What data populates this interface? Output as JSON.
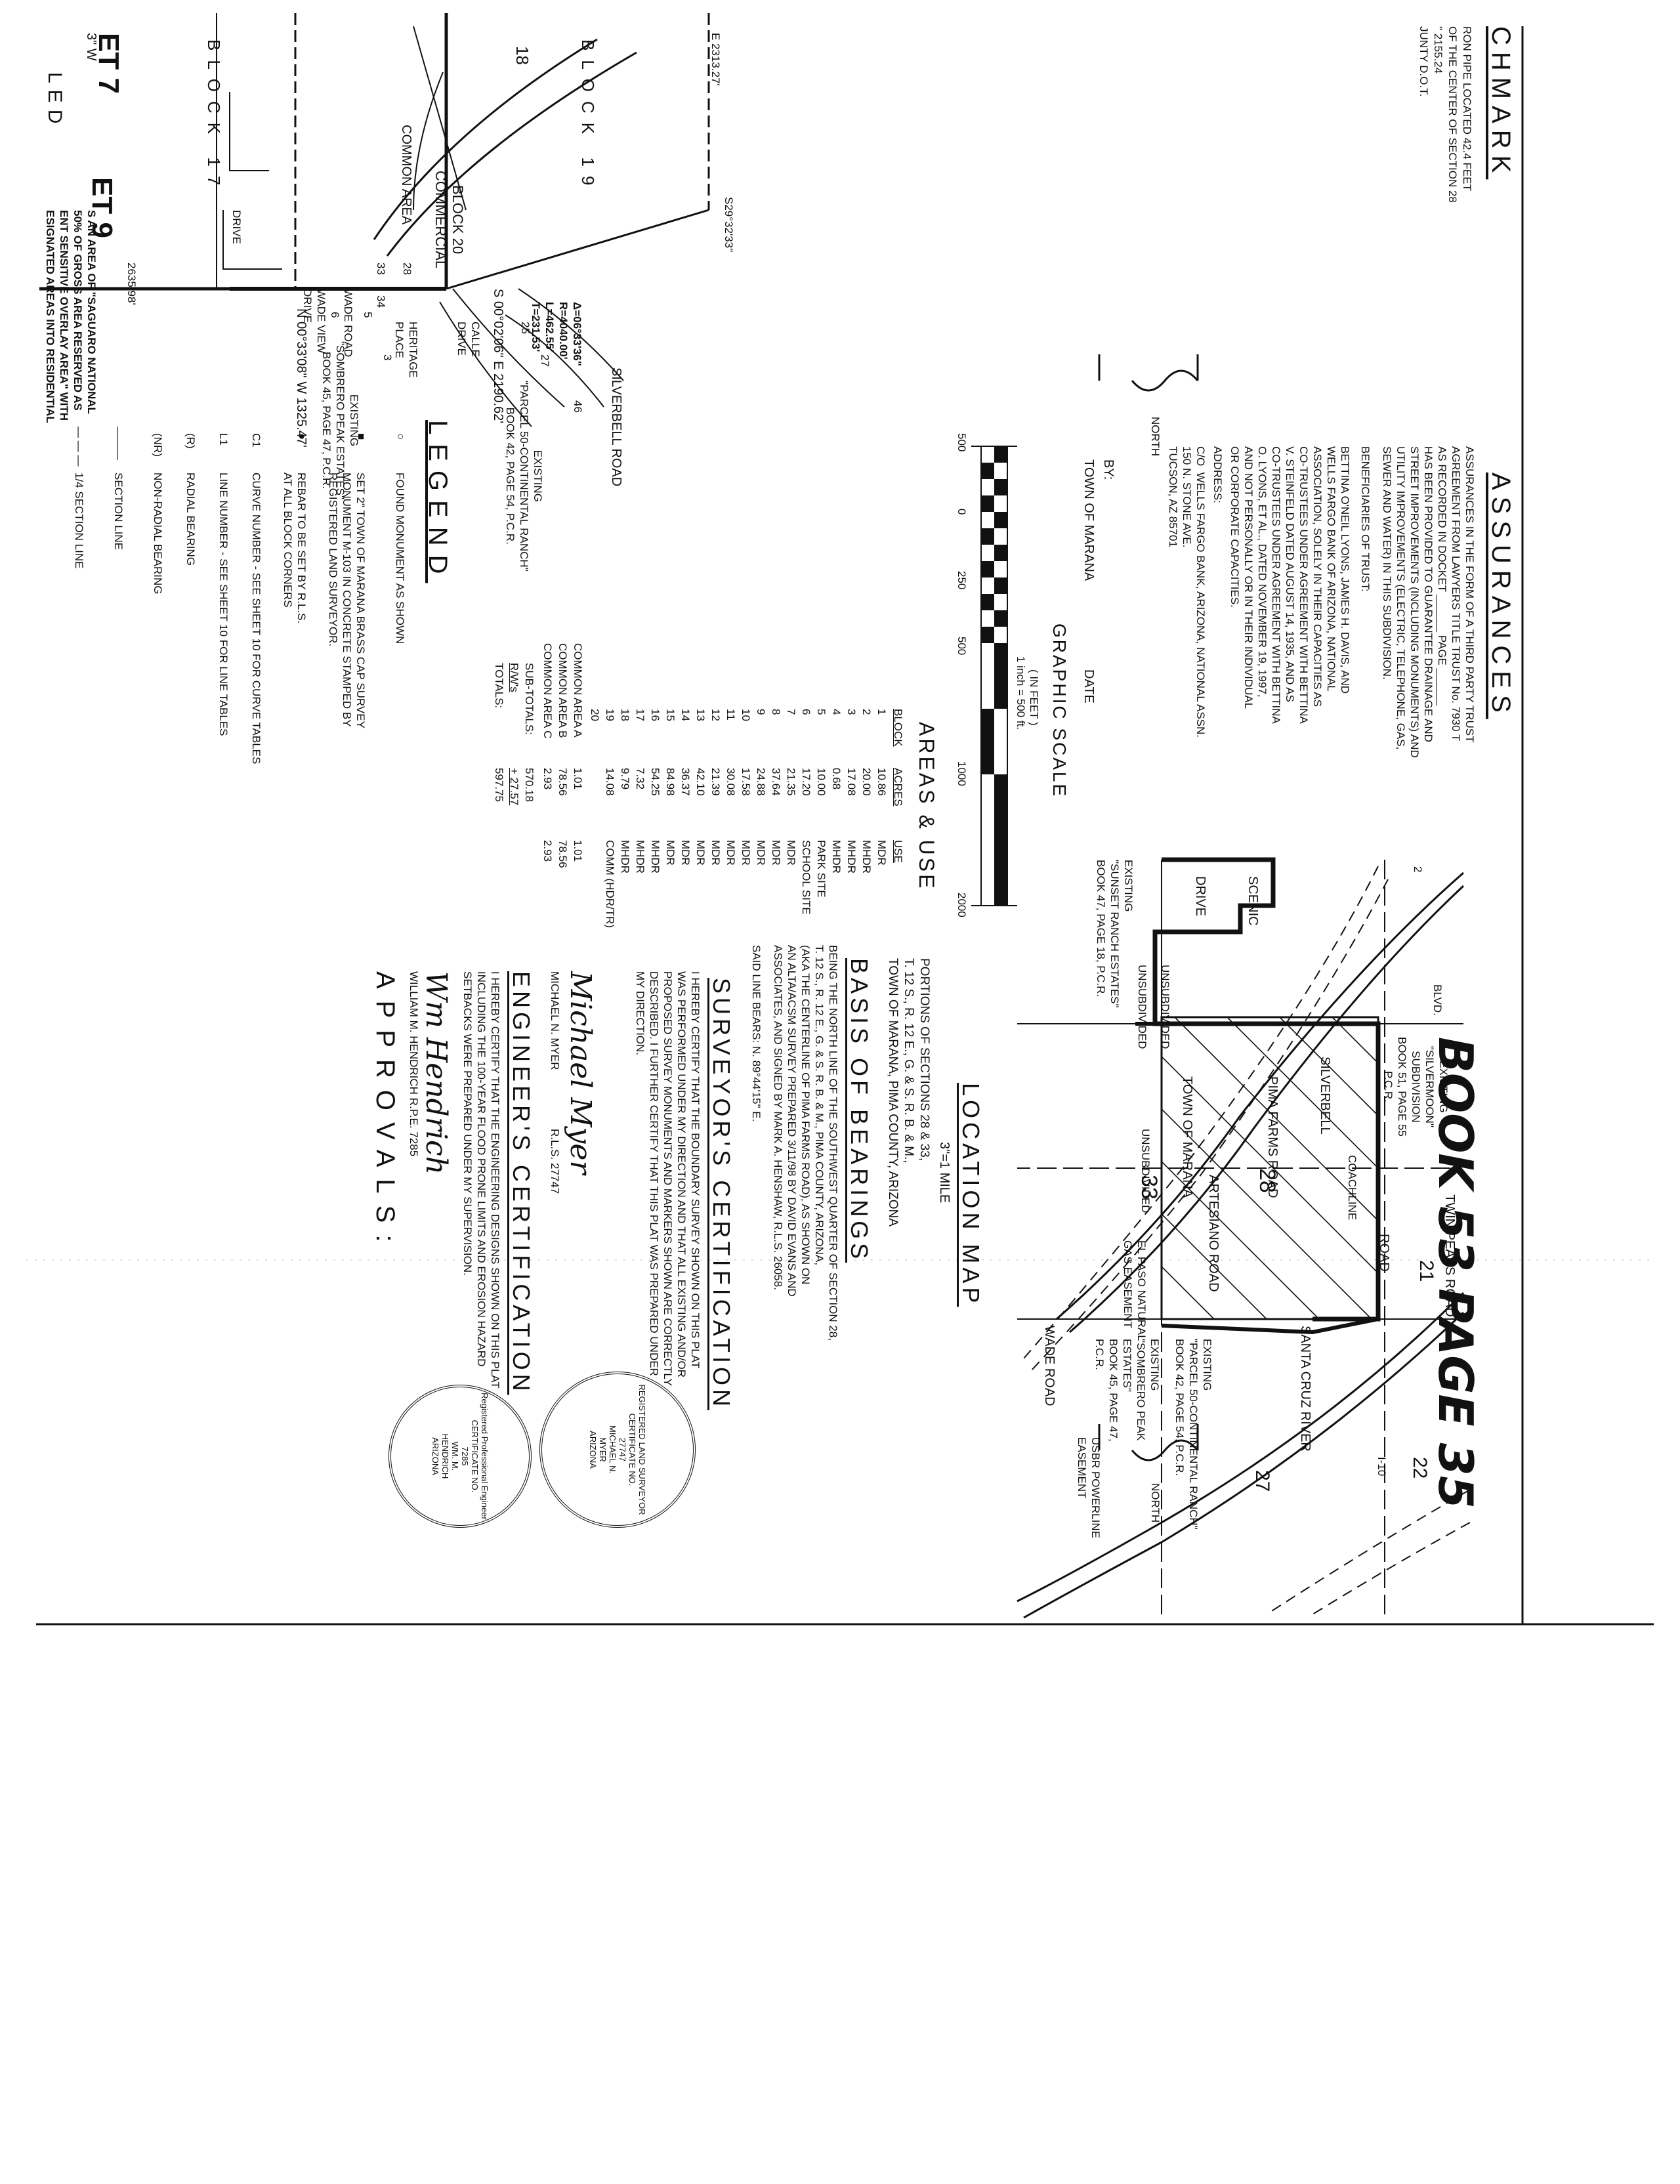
{
  "header": {
    "book_label": "BOOK 53 PAGE 35"
  },
  "benchmark": {
    "title": "CHMARK",
    "lines": [
      "RON PIPE LOCATED 42.4 FEET",
      "OF THE CENTER OF SECTION 28",
      "\" 2155.24",
      "JUNTY D.O.T."
    ]
  },
  "assurances": {
    "title": "ASSURANCES",
    "text": "ASSURANCES IN THE FORM OF A THIRD PARTY TRUST\nAGREEMENT FROM LAWYERS TITLE TRUST No. 7930 T\nAS RECORDED IN DOCKET ______ PAGE ______\nHAS BEEN PROVIDED TO GUARANTEE DRAINAGE AND\nSTREET IMPROVEMENTS (INCLUDING MONUMENTS) AND\nUTILITY IMPROVEMENTS (ELECTRIC, TELEPHONE, GAS,\nSEWER AND WATER) IN THIS SUBDIVISION.",
    "beneficiaries_label": "BENEFICIARIES OF TRUST:",
    "beneficiaries": "BETTINA O'NEIL LYONS, JAMES H. DAVIS, AND\nWELLS FARGO BANK OF ARIZONA, NATIONAL\nASSOCIATION, SOLELY IN THEIR CAPACITIES AS\nCO-TRUSTEES UNDER AGREEMENT WITH BETTINA\nV. STEINFELD DATED AUGUST 14, 1935, AND AS\nCO-TRUSTEES UNDER AGREEMENT WITH BETTINA\nO. LYONS, ET AL., DATED NOVEMBER 19, 1997,\nAND NOT PERSONALLY OR IN THEIR INDIVIDUAL\nOR CORPORATE CAPACITIES.",
    "address_label": "ADDRESS:",
    "address": "C/O  WELLS FARGO BANK, ARIZONA, NATIONAL ASSN.\n150 N. STONE AVE.\nTUCSON, AZ 85701"
  },
  "graphic_scale": {
    "by": "BY:",
    "town": "TOWN OF MARANA",
    "date": "DATE",
    "title": "GRAPHIC SCALE",
    "unit": "( IN FEET )",
    "ratio": "1 inch = 500 ft.",
    "ticks": [
      "500",
      "0",
      "250",
      "500",
      "1000",
      "2000"
    ]
  },
  "areas": {
    "title": "AREAS & USE",
    "headers": [
      "BLOCK",
      "ACRES",
      "USE"
    ],
    "rows": [
      [
        "1",
        "10.86",
        "MDR"
      ],
      [
        "2",
        "20.00",
        "MHDR"
      ],
      [
        "3",
        "17.08",
        "MHDR"
      ],
      [
        "4",
        "0.68",
        "MHDR"
      ],
      [
        "5",
        "10.00",
        "PARK SITE"
      ],
      [
        "6",
        "17.20",
        "SCHOOL SITE"
      ],
      [
        "7",
        "21.35",
        "MDR"
      ],
      [
        "8",
        "37.64",
        "MDR"
      ],
      [
        "9",
        "24.88",
        "MDR"
      ],
      [
        "10",
        "17.58",
        "MDR"
      ],
      [
        "11",
        "30.08",
        "MDR"
      ],
      [
        "12",
        "21.39",
        "MDR"
      ],
      [
        "13",
        "42.10",
        "MDR"
      ],
      [
        "14",
        "36.37",
        "MDR"
      ],
      [
        "15",
        "84.98",
        "MDR"
      ],
      [
        "16",
        "54.25",
        "MHDR"
      ],
      [
        "17",
        "7.32",
        "MHDR"
      ],
      [
        "18",
        "9.79",
        "MHDR"
      ],
      [
        "19",
        "14.08",
        "COMM (HDR/TR)"
      ],
      [
        "20",
        "",
        ""
      ],
      [
        "COMMON AREA A",
        "1.01",
        "1.01"
      ],
      [
        "COMMON AREA B",
        "78.56",
        "78.56"
      ],
      [
        "COMMON AREA C",
        "2.93",
        "2.93"
      ]
    ],
    "subtotal_label": "SUB-TOTALS:",
    "subtotal": "570.18",
    "rw_label": "R/W's",
    "rw": "+ 27.57",
    "totals_label": "TOTALS:",
    "totals": "597.75"
  },
  "legend": {
    "title": "LEGEND",
    "items": [
      {
        "sym": "○",
        "text": "FOUND MONUMENT AS SHOWN"
      },
      {
        "sym": "■",
        "text": "SET 2\" TOWN OF MARANA BRASS CAP SURVEY\nMONUMENT M-103 IN CONCRETE STAMPED BY\nREGISTERED LAND SURVEYOR."
      },
      {
        "sym": "●",
        "text": "REBAR TO BE SET BY R.L.S.\nAT ALL BLOCK CORNERS"
      },
      {
        "sym": "C1",
        "text": "CURVE NUMBER - SEE SHEET 10 FOR CURVE TABLES"
      },
      {
        "sym": "L1",
        "text": "LINE NUMBER - SEE SHEET 10 FOR LINE TABLES"
      },
      {
        "sym": "(R)",
        "text": "RADIAL BEARING"
      },
      {
        "sym": "(NR)",
        "text": "NON-RADIAL BEARING"
      },
      {
        "sym": "———",
        "text": "SECTION LINE"
      },
      {
        "sym": "— — —",
        "text": "1/4 SECTION LINE"
      }
    ]
  },
  "location_map": {
    "title": "LOCATION MAP",
    "scale": "3\"=1 MILE",
    "desc": "PORTIONS OF SECTIONS 28 & 33,\nT. 12 S., R. 12 E., G. & S. R. B. & M.,\nTOWN OF MARANA, PIMA COUNTY, ARIZONA",
    "labels": {
      "scenic": "SCENIC",
      "drive": "DRIVE",
      "twin_peaks": "TWIN PEAKS ROAD",
      "silverbell": "SILVERBELL",
      "pima_farms": "PIMA FARMS ROAD",
      "coachline": "COACHLINE",
      "road": "ROAD",
      "artesiano": "ARTESIANO ROAD",
      "wade": "WADE ROAD",
      "town_of_marana": "TOWN OF MARANA",
      "santa_cruz": "SANTA CRUZ RIVER",
      "unsub1": "UNSUBDIVIDED",
      "unsub2": "UNSUBDIVIDED",
      "unsub3": "UNSUBDIVIDED",
      "sec21": "21",
      "sec22": "22",
      "sec27": "27",
      "sec28": "28",
      "sec33": "33",
      "sec2": "2",
      "i10": "I-10",
      "blvd": "BLVD.",
      "silvermoon": "EXISTING\n\"SILVERMOON\"\nSUBDIVISION\nBOOK 51, PAGE 55\nP.C.R.",
      "sunset": "EXISTING\n\"SUNSET RANCH ESTATES\"\nBOOK 47, PAGE 18, P.C.R.",
      "continental": "EXISTING\n\"PARCEL 50-CONTINENTAL RANCH\"\nBOOK 42, PAGE 54, P.C.R.",
      "sombrero": "EXISTING\n\"SOMBRERO PEAK\nESTATES\"\nBOOK 45, PAGE 47,\nP.C.R.",
      "gas": "EL PASO NATURAL\nGAS EASEMENT",
      "usbr": "USBR POWERLINE\nEASEMENT"
    }
  },
  "basis": {
    "title": "BASIS OF BEARINGS",
    "text": "BEING THE NORTH LINE OF THE SOUTHWEST QUARTER OF SECTION 28,\nT. 12 S., R. 12 E., G. & S. R. B. & M., PIMA COUNTY, ARIZONA,\n(AKA THE CENTERLINE OF PIMA FARMS ROAD), AS SHOWN ON\nAN ALTA/ACSM SURVEY PREPARED 3/11/98 BY DAVID EVANS AND\nASSOCIATES, AND SIGNED BY MARK A. HENSHAW, R.L.S. 26058.",
    "bears": "SAID LINE BEARS: N. 89°44'15\" E."
  },
  "surveyor": {
    "title": "SURVEYOR'S CERTIFICATION",
    "text": "I HEREBY CERTIFY THAT THE BOUNDARY SURVEY SHOWN ON THIS PLAT\nWAS PERFORMED UNDER MY DIRECTION AND THAT ALL EXISTING AND/OR\nPROPOSED SURVEY MONUMENTS AND MARKERS SHOWN ARE CORRECTLY\nDESCRIBED. I FURTHER CERTIFY THAT THIS PLAT WAS PREPARED UNDER\nMY DIRECTION.",
    "name": "MICHAEL N. MYER",
    "rls": "R.L.S. 27747",
    "seal": "REGISTERED LAND SURVEYOR\nCERTIFICATE NO.\n27747\nMICHAEL N.\nMYER\nARIZONA"
  },
  "engineer": {
    "title": "ENGINEER'S CERTIFICATION",
    "text": "I HEREBY CERTIFY THAT THE ENGINEERING DESIGNS SHOWN ON THIS PLAT\nINCLUDING THE 100-YEAR FLOOD PRONE LIMITS AND EROSION HAZARD\nSETBACKS WERE PREPARED UNDER MY SUPERVISION.",
    "name": "WILLIAM M. HENDRICH R.P.E. 7285",
    "seal": "Registered Professional Engineer\nCERTIFICATE NO.\n7285\nWM. M.\nHENDRICH\nARIZONA"
  },
  "approvals": {
    "title": "APPROVALS:"
  },
  "plat": {
    "block17": "BLOCK 17",
    "block18": "18",
    "block19": "BLOCK 19",
    "block20": "BLOCK 20\nCOMMERCIAL",
    "common_area": "COMMON AREA",
    "set7": "ET 7",
    "set9": "ET 9",
    "wade_road": "WADE ROAD",
    "wade_view": "WADE VIEW\nDRIVE",
    "drive": "DRIVE",
    "bearing1": "N 00°33'08\" W   1325.47'",
    "bearing2": "S 00°02'06\" E   2190.62'",
    "bearing3": "2635.98'",
    "bearing4": "E 2313.27'",
    "curve": "Δ=06°33'36\"\nR=4040.00'\nL=462.55'\nT=231.53'",
    "silverbell_road": "SILVERBELL ROAD",
    "sombrero_ex": "EXISTING\n\"SOMBRERO PEAK ESTATES\"\nBOOK 45, PAGE 47, P.C.R.",
    "continental_ex": "EXISTING\n\"PARCEL 50-CONTINENTAL RANCH\"\nBOOK 42, PAGE 54, P.C.R.",
    "heritage": "HERITAGE\nPLACE",
    "lot_nums": [
      "3",
      "5",
      "6",
      "25",
      "27",
      "28",
      "33",
      "34",
      "46"
    ],
    "calle": "CALLE\nDRIVE",
    "north": "NORTH",
    "s_bearing": "S29°32'33\"",
    "left_w": "3\" W",
    "left_led": "LED",
    "left_area": "S AN AREA OF \"SAGUARO NATIONAL\n50% OF GROSS AREA RESERVED AS\nENT SENSITIVE OVERLAY AREA\" WITH\nESIGNATED AREAS INTO RESIDENTIAL"
  }
}
